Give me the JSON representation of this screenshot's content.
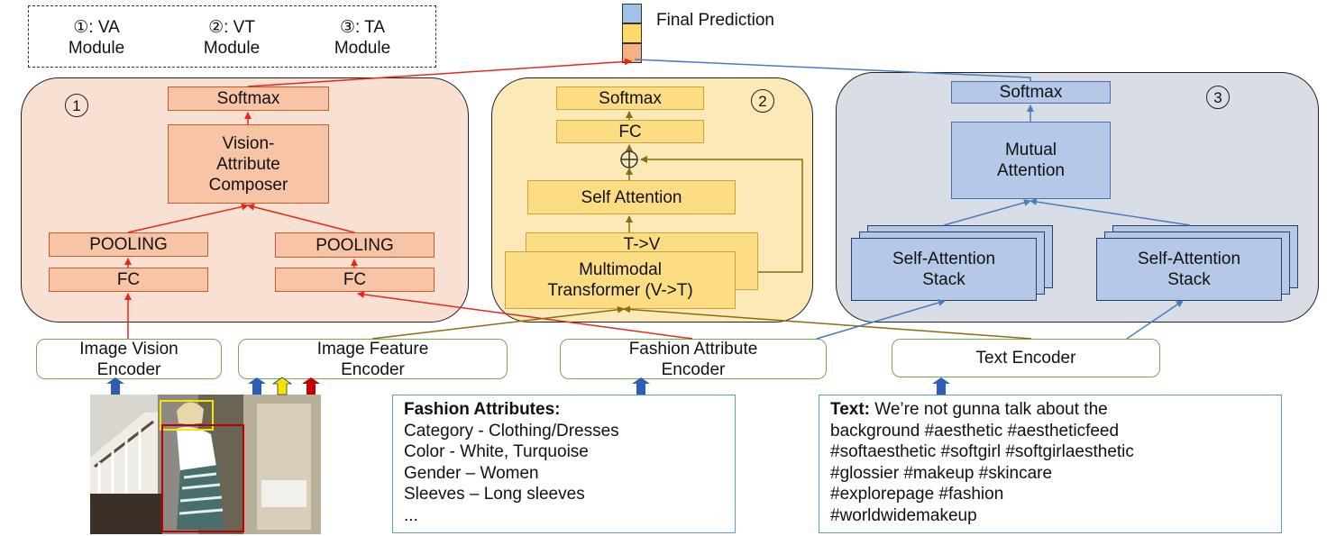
{
  "legend": {
    "items": [
      {
        "marker": "①: VA",
        "name": "Module"
      },
      {
        "marker": "②: VT",
        "name": "Module"
      },
      {
        "marker": "③: TA",
        "name": "Module"
      }
    ]
  },
  "final_prediction": "Final Prediction",
  "module1": {
    "number": "1",
    "softmax": "Softmax",
    "composer_line1": "Vision-",
    "composer_line2": "Attribute",
    "composer_line3": "Composer",
    "pooling_left": "POOLING",
    "pooling_right": "POOLING",
    "fc_left": "FC",
    "fc_right": "FC"
  },
  "module2": {
    "number": "2",
    "softmax": "Softmax",
    "fc": "FC",
    "add_symbol": "⊕",
    "self_attention": "Self Attention",
    "tv": "T->V",
    "mm_line1": "Multimodal",
    "mm_line2": "Transformer (V->T)"
  },
  "module3": {
    "number": "3",
    "softmax": "Softmax",
    "mutual_line1": "Mutual",
    "mutual_line2": "Attention",
    "stack_left_line1": "Self-Attention",
    "stack_left_line2": "Stack",
    "stack_right_line1": "Self-Attention",
    "stack_right_line2": "Stack"
  },
  "encoders": {
    "image_vision_line1": "Image Vision",
    "image_vision_line2": "Encoder",
    "image_feature_line1": "Image Feature",
    "image_feature_line2": "Encoder",
    "fashion_attr_line1": "Fashion Attribute",
    "fashion_attr_line2": "Encoder",
    "text": "Text Encoder"
  },
  "fashion_attributes": {
    "heading": "Fashion Attributes:",
    "lines": [
      "Category - Clothing/Dresses",
      "Color - White, Turquoise",
      "Gender – Women",
      "Sleeves – Long sleeves",
      "..."
    ]
  },
  "text_input": {
    "heading": "Text:",
    "first_line_rest": " We’re not gunna talk about the",
    "lines": [
      "background #aesthetic #aestheticfeed",
      "#softaesthetic #softgirl #softgirlaesthetic",
      "#glossier #makeup #skincare",
      "#explorepage #fashion",
      "#worldwidemakeup"
    ]
  },
  "colors": {
    "va_panel": "#f8e1d3",
    "vt_panel": "#fbeab8",
    "ta_panel": "#d8dde6",
    "va_arrow": "#e8281e",
    "vt_arrow": "#8a6d0f",
    "ta_arrow": "#4a7cc2",
    "encoder_border": "#70ad47",
    "input_border": "#5b9bd5"
  }
}
